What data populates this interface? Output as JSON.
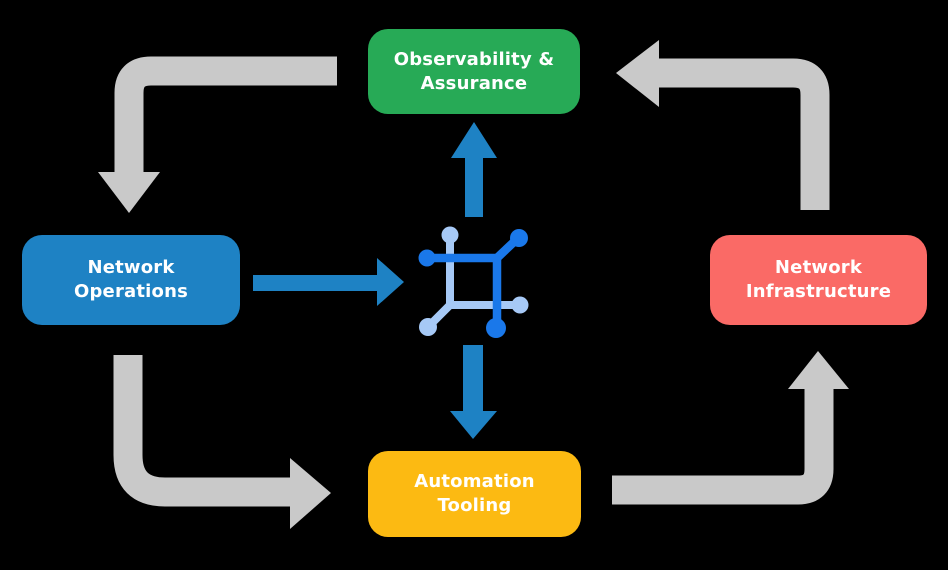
{
  "colors": {
    "background": "#000000",
    "node-green": "#27aa56",
    "node-blue": "#1e82c4",
    "node-red": "#fa6a66",
    "node-yellow": "#fcba12",
    "node-text": "#ffffff",
    "cycle-arrow-gray": "#c9c9c9",
    "flow-arrow-blue": "#1e82c4",
    "icon-dark-blue": "#1a78ea",
    "icon-light-blue": "#a6c9f6"
  },
  "nodes": {
    "observability": {
      "label": "Observability &\nAssurance"
    },
    "operations": {
      "label": "Network\nOperations"
    },
    "infrastructure": {
      "label": "Network\nInfrastructure"
    },
    "tooling": {
      "label": "Automation\nTooling"
    }
  },
  "icons": {
    "center": "network-topology-icon"
  }
}
